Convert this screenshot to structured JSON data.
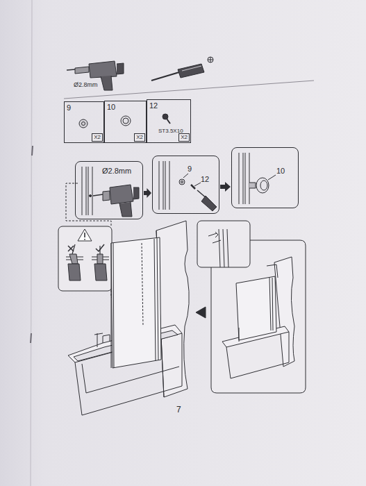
{
  "diagram": {
    "nodes": [
      {
        "text": [
          "9",
          "X2"
        ]
      },
      {
        "text": [
          "10",
          "X2"
        ]
      },
      {
        "text": [
          "12",
          "ST3.5X10",
          "X2"
        ]
      },
      {
        "text": [
          "Ø2.8mm"
        ]
      },
      {
        "text": [
          "9",
          "12"
        ]
      },
      {
        "text": [
          "10"
        ]
      }
    ],
    "edges": [
      {
        "from": 3,
        "to": 4,
        "arrow": "to"
      },
      {
        "from": 4,
        "to": 5,
        "arrow": "to"
      }
    ],
    "labels": [
      "Ø2.8mm",
      "7"
    ]
  }
}
